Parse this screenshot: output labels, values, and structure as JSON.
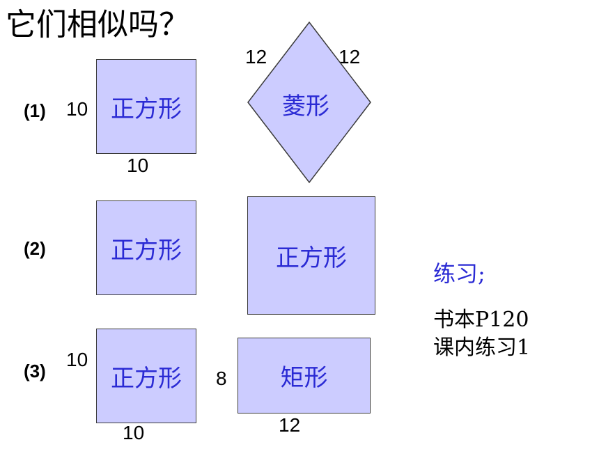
{
  "title": "它们相似吗？",
  "rows": [
    {
      "label": "(1)",
      "left": {
        "label": "正方形",
        "side_label": "10",
        "bottom_label": "10"
      },
      "right": {
        "label": "菱形",
        "edge_labels": [
          "12",
          "12"
        ]
      }
    },
    {
      "label": "(2)",
      "left": {
        "label": "正方形"
      },
      "right": {
        "label": "正方形"
      }
    },
    {
      "label": "(3)",
      "left": {
        "label": "正方形",
        "side_label": "10",
        "bottom_label": "10"
      },
      "right": {
        "label": "矩形",
        "side_label": "8",
        "bottom_label": "12"
      }
    }
  ],
  "exercise": {
    "heading": "练习;",
    "lines": [
      "书本P120",
      "课内练习1"
    ]
  },
  "colors": {
    "shape_fill": "#ccccff",
    "shape_stroke": "#3a3a3a",
    "label_blue": "#2a2ad4"
  }
}
